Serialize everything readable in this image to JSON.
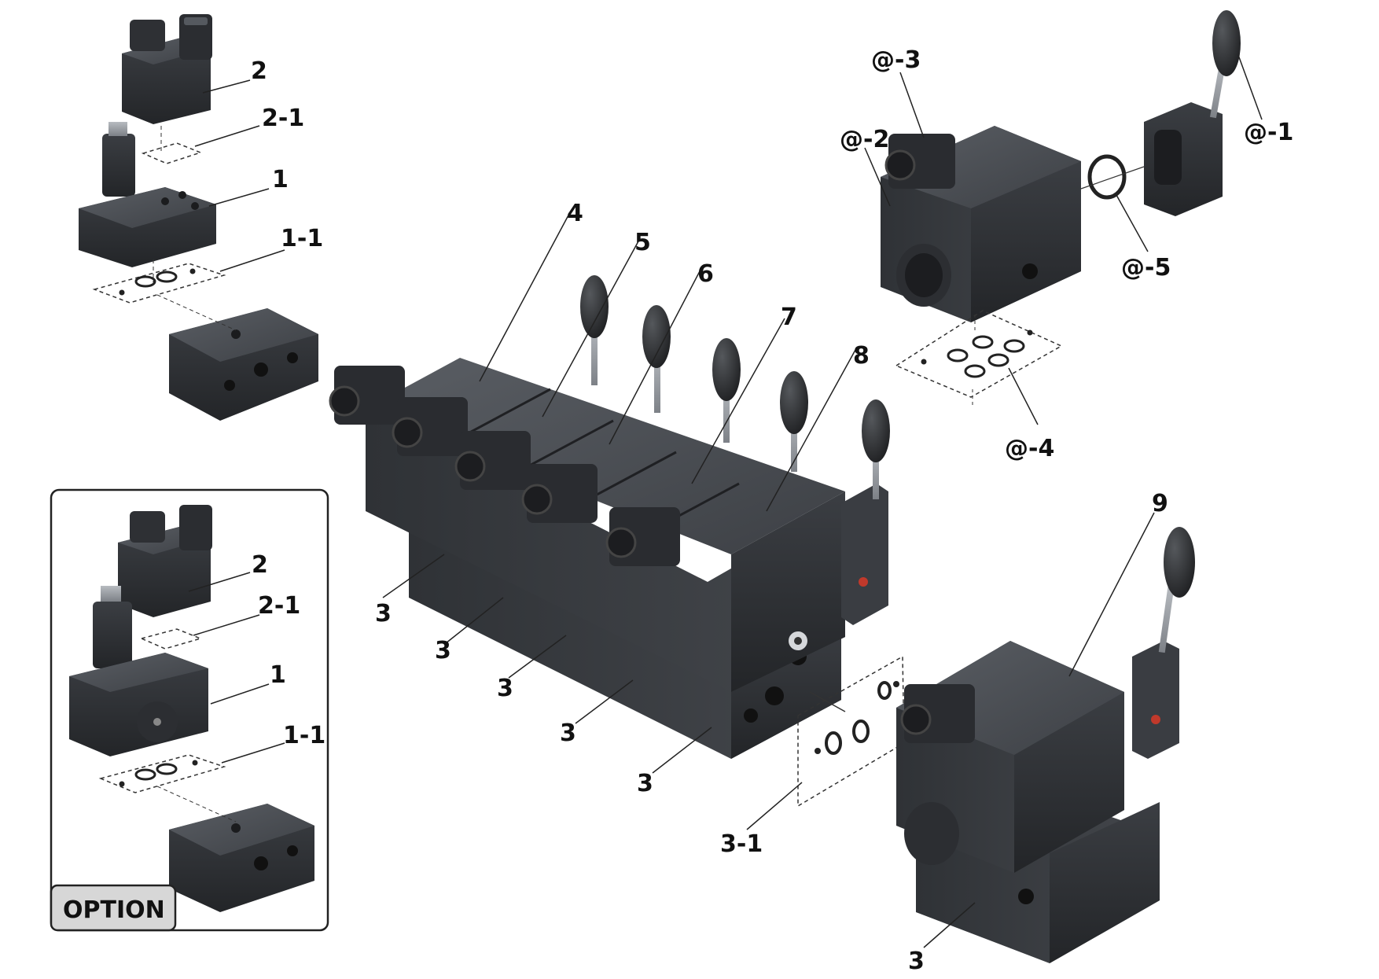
{
  "labels": {
    "lbl_2_a": "2",
    "lbl_2_1_a": "2-1",
    "lbl_1_a": "1",
    "lbl_1_1_a": "1-1",
    "lbl_2_b": "2",
    "lbl_2_1_b": "2-1",
    "lbl_1_b": "1",
    "lbl_1_1_b": "1-1",
    "lbl_4": "4",
    "lbl_5": "5",
    "lbl_6": "6",
    "lbl_7": "7",
    "lbl_8": "8",
    "lbl_3_a": "3",
    "lbl_3_b": "3",
    "lbl_3_c": "3",
    "lbl_3_d": "3",
    "lbl_3_e": "3",
    "lbl_3_1": "3-1",
    "lbl_at_1": "@-1",
    "lbl_at_2": "@-2",
    "lbl_at_3": "@-3",
    "lbl_at_4": "@-4",
    "lbl_at_5": "@-5",
    "lbl_9": "9",
    "lbl_3_f": "3"
  },
  "option_badge": {
    "text": "OPTION"
  },
  "colors": {
    "body_dark": "#3a3d42",
    "body_mid": "#55595f",
    "body_light": "#8e9298",
    "knob": "#2b2d30",
    "steel": "#c9ccd0",
    "leader": "#222222",
    "badge_fill": "#d7d7d7"
  }
}
